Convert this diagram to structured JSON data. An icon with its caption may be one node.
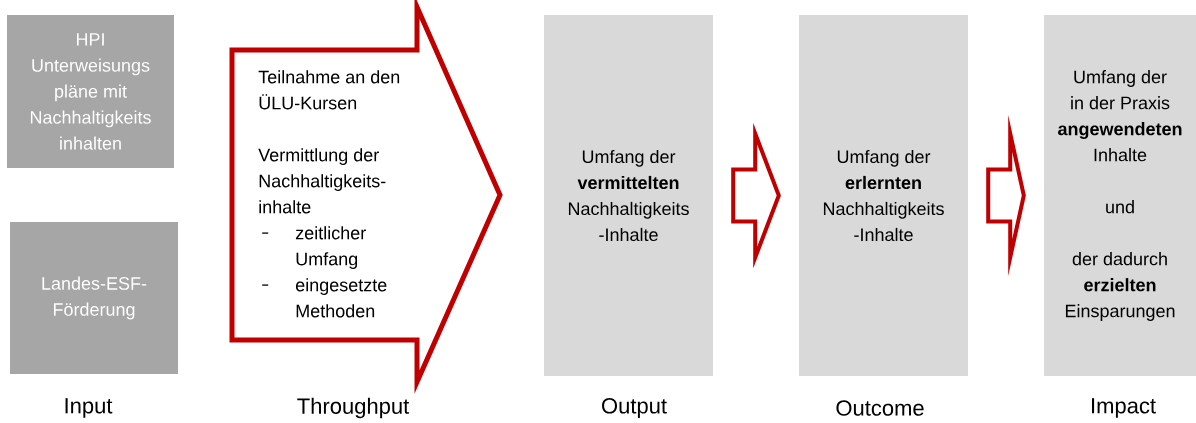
{
  "diagram": {
    "nodes": [
      {
        "text": [
          "HPI Unterweisungs pläne mit Nachhaltigkeits inhalten"
        ]
      },
      {
        "text": [
          "Landes-ESF-Förderung"
        ]
      },
      {
        "text": [
          "Teilnahme an den ÜLU-Kursen",
          "Vermittlung der Nachhaltigkeits-inhalte",
          "zeitlicher Umfang",
          "eingesetzte Methoden"
        ]
      },
      {
        "text": [
          "Umfang der **vermittelten** Nachhaltigkeits -Inhalte"
        ]
      },
      {
        "text": [
          "Umfang der **erlernten** Nachhaltigkeits -Inhalte"
        ]
      },
      {
        "text": [
          "Umfang der in der Praxis **angewendeten** Inhalte",
          "und",
          "der dadurch **erzielten** Einsparungen"
        ]
      }
    ],
    "edges": [
      {
        "from": 3,
        "to": 4,
        "arrow": "to"
      },
      {
        "from": 4,
        "to": 5,
        "arrow": "to"
      }
    ],
    "labels": [
      "Input",
      "Throughput",
      "Output",
      "Outcome",
      "Impact"
    ]
  }
}
